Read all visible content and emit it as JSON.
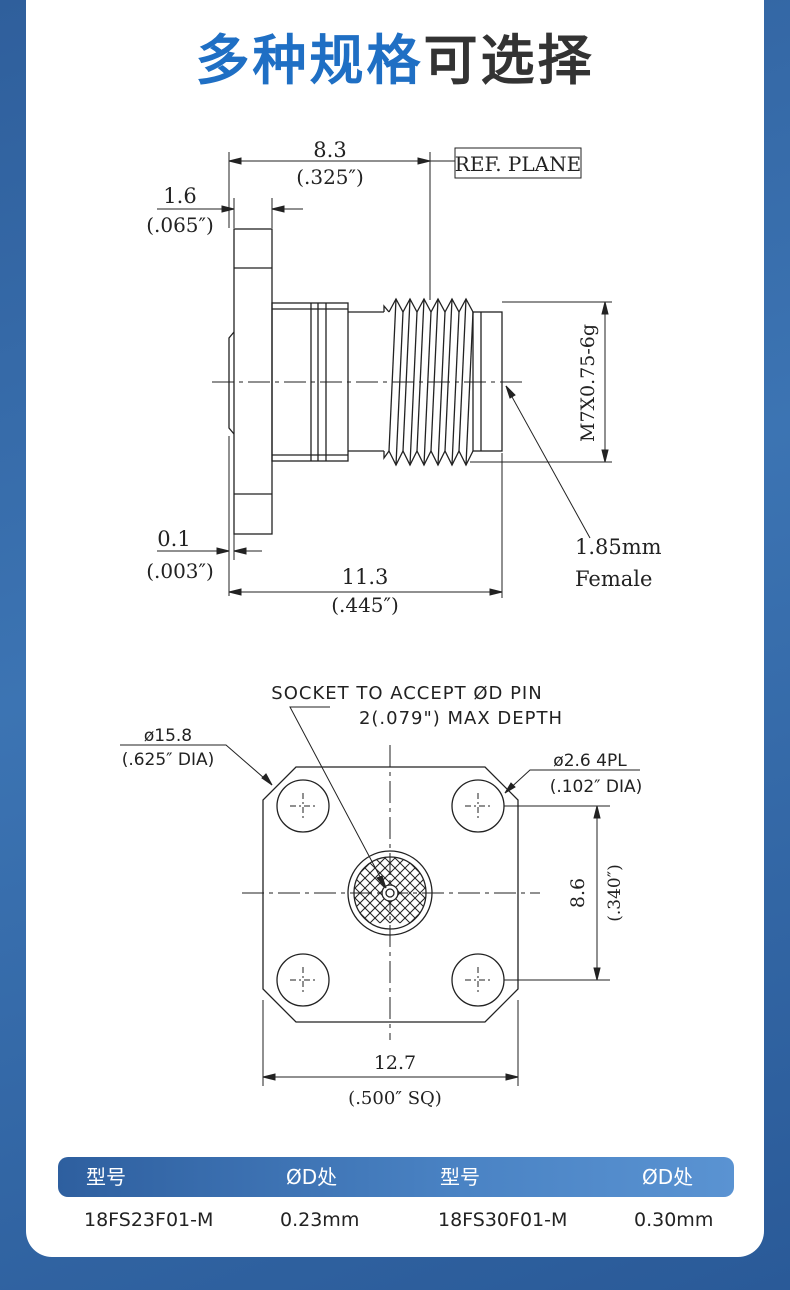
{
  "title": {
    "part1": "多种规格",
    "part2": "可选择"
  },
  "side_view": {
    "dim_total": "8.3",
    "dim_total_in": "(.325″)",
    "ref_plane": "REF. PLANE",
    "dim_flange": "1.6",
    "dim_flange_in": "(.065″)",
    "thread": "M7X0.75-6g",
    "dim_small": "0.1",
    "dim_small_in": "(.003″)",
    "dim_length": "11.3",
    "dim_length_in": "(.445″)",
    "connector_1": "1.85mm",
    "connector_2": "Female"
  },
  "front_view": {
    "socket_1": "SOCKET TO ACCEPT ØD PIN",
    "socket_2": "2(.079\") MAX DEPTH",
    "dia_1": "ø15.8",
    "dia_2": "(.625″ DIA)",
    "hole_1": "ø2.6 4PL",
    "hole_2": "(.102″ DIA)",
    "spacing": "8.6",
    "spacing_in": "(.340″)",
    "width": "12.7",
    "width_in": "(.500″ SQ)"
  },
  "table": {
    "headers": [
      "型号",
      "ØD处",
      "型号",
      "ØD处"
    ],
    "row": [
      "18FS23F01-M",
      "0.23mm",
      "18FS30F01-M",
      "0.30mm"
    ]
  }
}
